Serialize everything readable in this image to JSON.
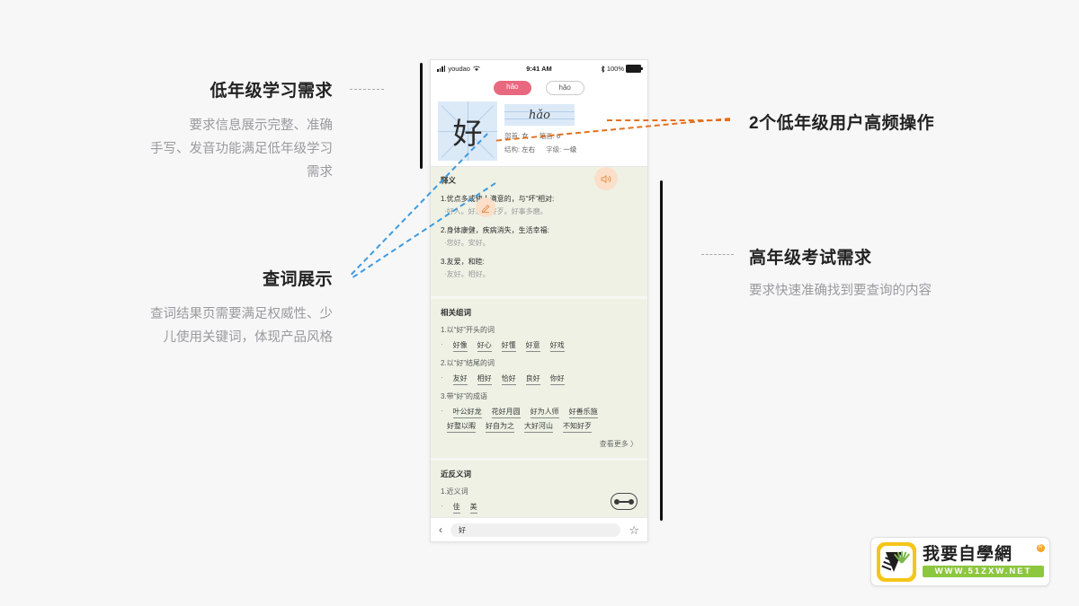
{
  "annotations": {
    "lower_grade": {
      "title": "低年级学习需求",
      "body": "要求信息展示完整、准确<br>手写、发音功能满足低年级学习<br>需求"
    },
    "lookup": {
      "title": "查词展示",
      "body": "查词结果页需要满足权威性、少<br>儿使用关键词，体现产品风格"
    },
    "high_freq": {
      "title": "2个低年级用户高频操作"
    },
    "higher_grade": {
      "title": "高年级考试需求",
      "body": "要求快速准确找到要查询的内容"
    }
  },
  "phone": {
    "status": {
      "carrier": "youdao",
      "time": "9:41 AM",
      "battery": "100%",
      "wifi_icon": "wifi-icon",
      "bluetooth_icon": "bluetooth-icon",
      "signal_icon": "signal-bars-icon"
    },
    "pinyin_tabs": [
      {
        "label": "hǎo",
        "active": true
      },
      {
        "label": "hǎo",
        "active": false
      }
    ],
    "character": "好",
    "pinyin_write": "hǎo",
    "info": [
      {
        "key": "部首:",
        "value": "女"
      },
      {
        "key": "笔画:",
        "value": "6"
      },
      {
        "key": "结构:",
        "value": "左右"
      },
      {
        "key": "字级:",
        "value": "一级"
      }
    ],
    "actions": {
      "pen_icon": "pencil-write-icon",
      "sound_icon": "speaker-sound-icon"
    },
    "sections": {
      "definitions": {
        "title": "释义",
        "items": [
          {
            "head": "1.优点多或使人满意的，与“坏”相对:",
            "example": "·好人。好汉。好歹。好事多磨。"
          },
          {
            "head": "2.身体康健，疾病消失，生活幸福:",
            "example": "·您好。安好。"
          },
          {
            "head": "3.友爱，和睦:",
            "example": "·友好。相好。"
          }
        ]
      },
      "related_words": {
        "title": "相关组词",
        "groups": [
          {
            "label": "1.以“好”开头的词",
            "rows": [
              [
                "好像",
                "好心",
                "好懂",
                "好意",
                "好戏"
              ]
            ]
          },
          {
            "label": "2.以“好”结尾的词",
            "rows": [
              [
                "友好",
                "相好",
                "恰好",
                "良好",
                "你好"
              ]
            ]
          },
          {
            "label": "3.带“好”的成语",
            "rows": [
              [
                "叶公好龙",
                "花好月圆",
                "好为人师",
                "好善乐施"
              ],
              [
                "好整以暇",
                "好自为之",
                "大好河山",
                "不知好歹"
              ]
            ]
          }
        ],
        "more_label": "查看更多 〉"
      },
      "synonyms": {
        "title": "近反义词",
        "sub_label": "1.近义词",
        "words": [
          "佳",
          "美"
        ],
        "badge_icon": "link-nodes-icon"
      }
    },
    "bottom_bar": {
      "back_icon": "chevron-left-icon",
      "search_value": "好",
      "star_icon": "star-outline-icon"
    }
  },
  "logo": {
    "cn": "我要自學網",
    "url": "WWW.51ZXW.NET",
    "badge": "R"
  },
  "colors": {
    "accent_pink": "#e8687f",
    "blue_connector": "#3d9ae0",
    "orange_connector": "#e4701e",
    "green_panel": "#eef1e4",
    "blue_grid": "#dce9f7",
    "peach_circle": "#fbdfc9",
    "logo_yellow": "#f5c518",
    "logo_green": "#8dc63f"
  }
}
